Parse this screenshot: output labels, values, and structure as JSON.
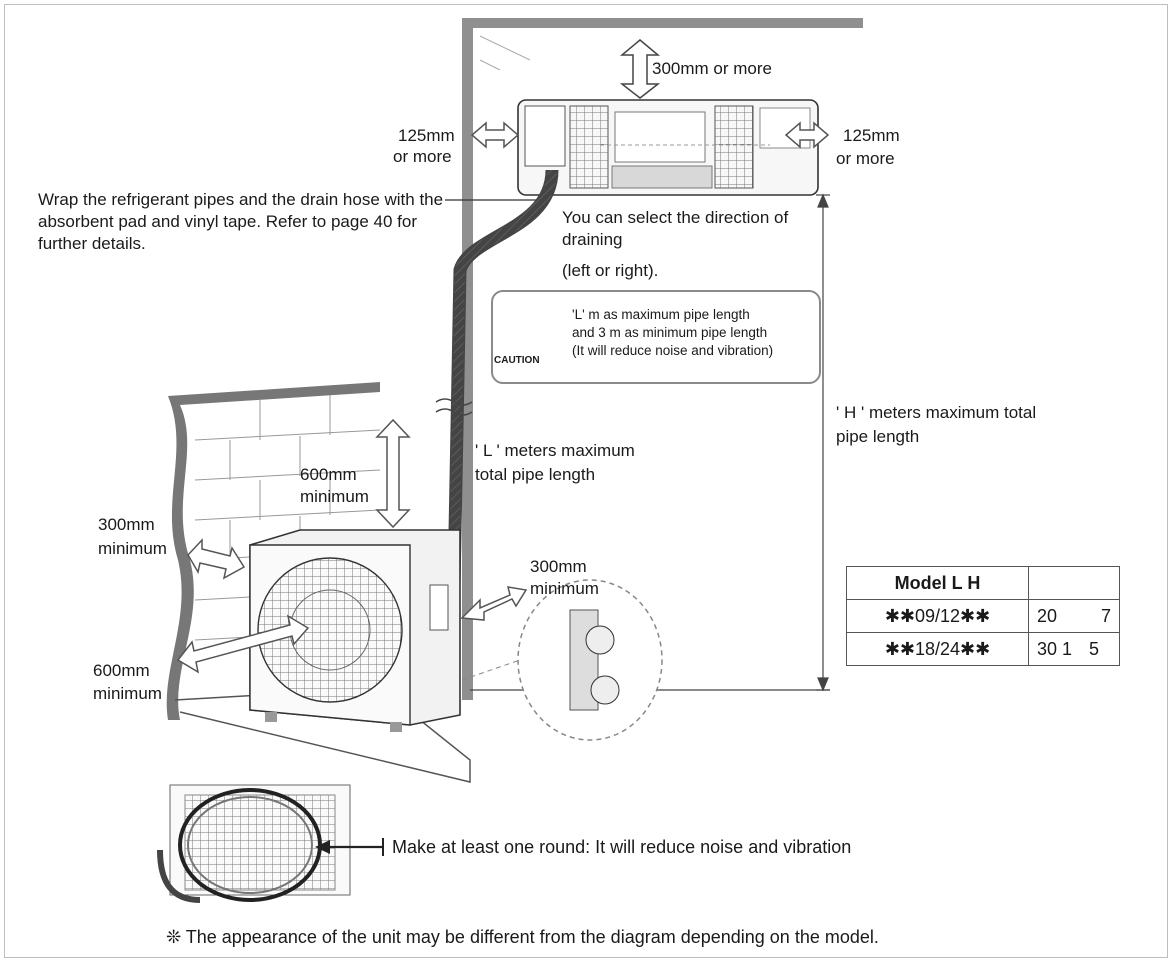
{
  "clearances": {
    "top": "300mm or more",
    "left_side": [
      "125mm",
      "or more"
    ],
    "right_side": [
      "125mm",
      "or more"
    ],
    "outdoor_top": [
      "600mm",
      "minimum"
    ],
    "outdoor_left": [
      "300mm",
      "minimum"
    ],
    "outdoor_right": [
      "300mm",
      "minimum"
    ],
    "outdoor_front": [
      "600mm",
      "minimum"
    ]
  },
  "notes": {
    "wrap_pipes": "Wrap the refrigerant pipes and the drain hose with the absorbent pad and vinyl tape. Refer to page 40 for further details.",
    "drain_direction": [
      "You can select the direction of",
      "draining",
      "(left or right)."
    ],
    "l_meters": [
      "' L ' meters maximum",
      "total pipe length"
    ],
    "h_meters": [
      "' H ' meters maximum total",
      "pipe length"
    ],
    "coil_round": "Make at least one round: It will reduce noise and vibration",
    "footnote": "❊ The appearance of the unit may be different from the diagram depending on the model."
  },
  "caution": {
    "label": "CAUTION",
    "lines": [
      "'L' m as maximum pipe length",
      "and 3 m as minimum pipe length",
      "(It will reduce noise and vibration)"
    ]
  },
  "table": {
    "header": "Model L H",
    "rows": [
      {
        "model": "✱✱09/12✱✱",
        "l": "20",
        "h": "7"
      },
      {
        "model": "✱✱18/24✱✱",
        "l": "30 1",
        "h": "5"
      }
    ]
  }
}
